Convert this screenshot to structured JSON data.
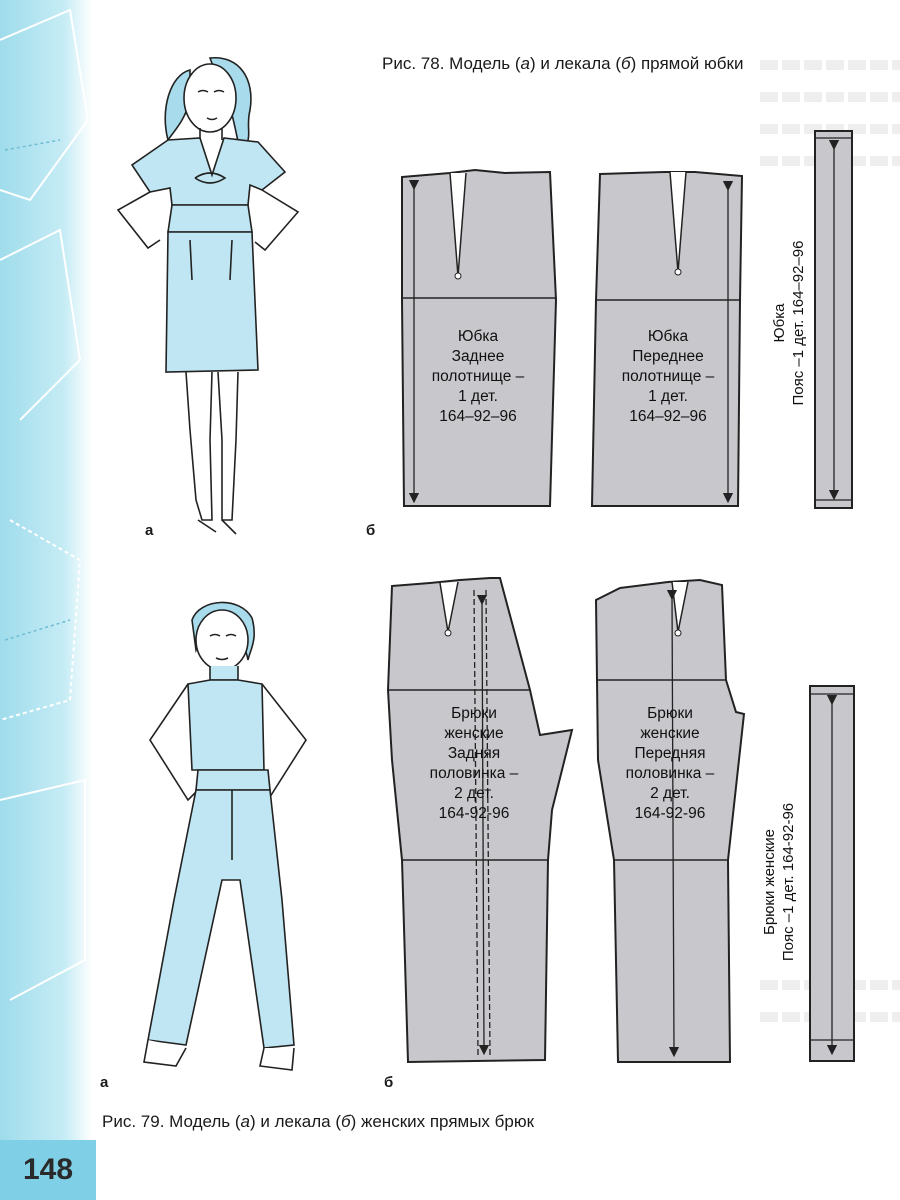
{
  "page": {
    "number": "148"
  },
  "figure78": {
    "caption": {
      "prefix": "Рис. 78. Модель (",
      "a": "а",
      "mid": ") и лекала (",
      "b": "б",
      "suffix": ") прямой юбки"
    },
    "label_a": "а",
    "label_b": "б",
    "pieces": {
      "back": [
        "Юбка",
        "Заднее",
        "полотнище –",
        "1 дет.",
        "164–92–96"
      ],
      "front": [
        "Юбка",
        "Переднее",
        "полотнище –",
        "1 дет.",
        "164–92–96"
      ],
      "belt": [
        "Юбка",
        "Пояс –1 дет. 164–92–96"
      ]
    }
  },
  "figure79": {
    "caption": {
      "prefix": "Рис. 79. Модель (",
      "a": "а",
      "mid": ") и лекала (",
      "b": "б",
      "suffix": ") женских прямых брюк"
    },
    "label_a": "а",
    "label_b": "б",
    "pieces": {
      "back": [
        "Брюки",
        "женские",
        "Задняя",
        "половинка –",
        "2 дет.",
        "164-92-96"
      ],
      "front": [
        "Брюки",
        "женские",
        "Передняя",
        "половинка –",
        "2 дет.",
        "164-92-96"
      ],
      "belt": [
        "Брюки женские",
        "Пояс –1 дет. 164-92-96"
      ]
    }
  },
  "colors": {
    "pattern_fill": "#c8c8cc",
    "garment_fill": "#bfe6f2",
    "margin_blue": "#9fdcec",
    "page_number_bg": "#7fd0e6",
    "outline": "#222222"
  }
}
